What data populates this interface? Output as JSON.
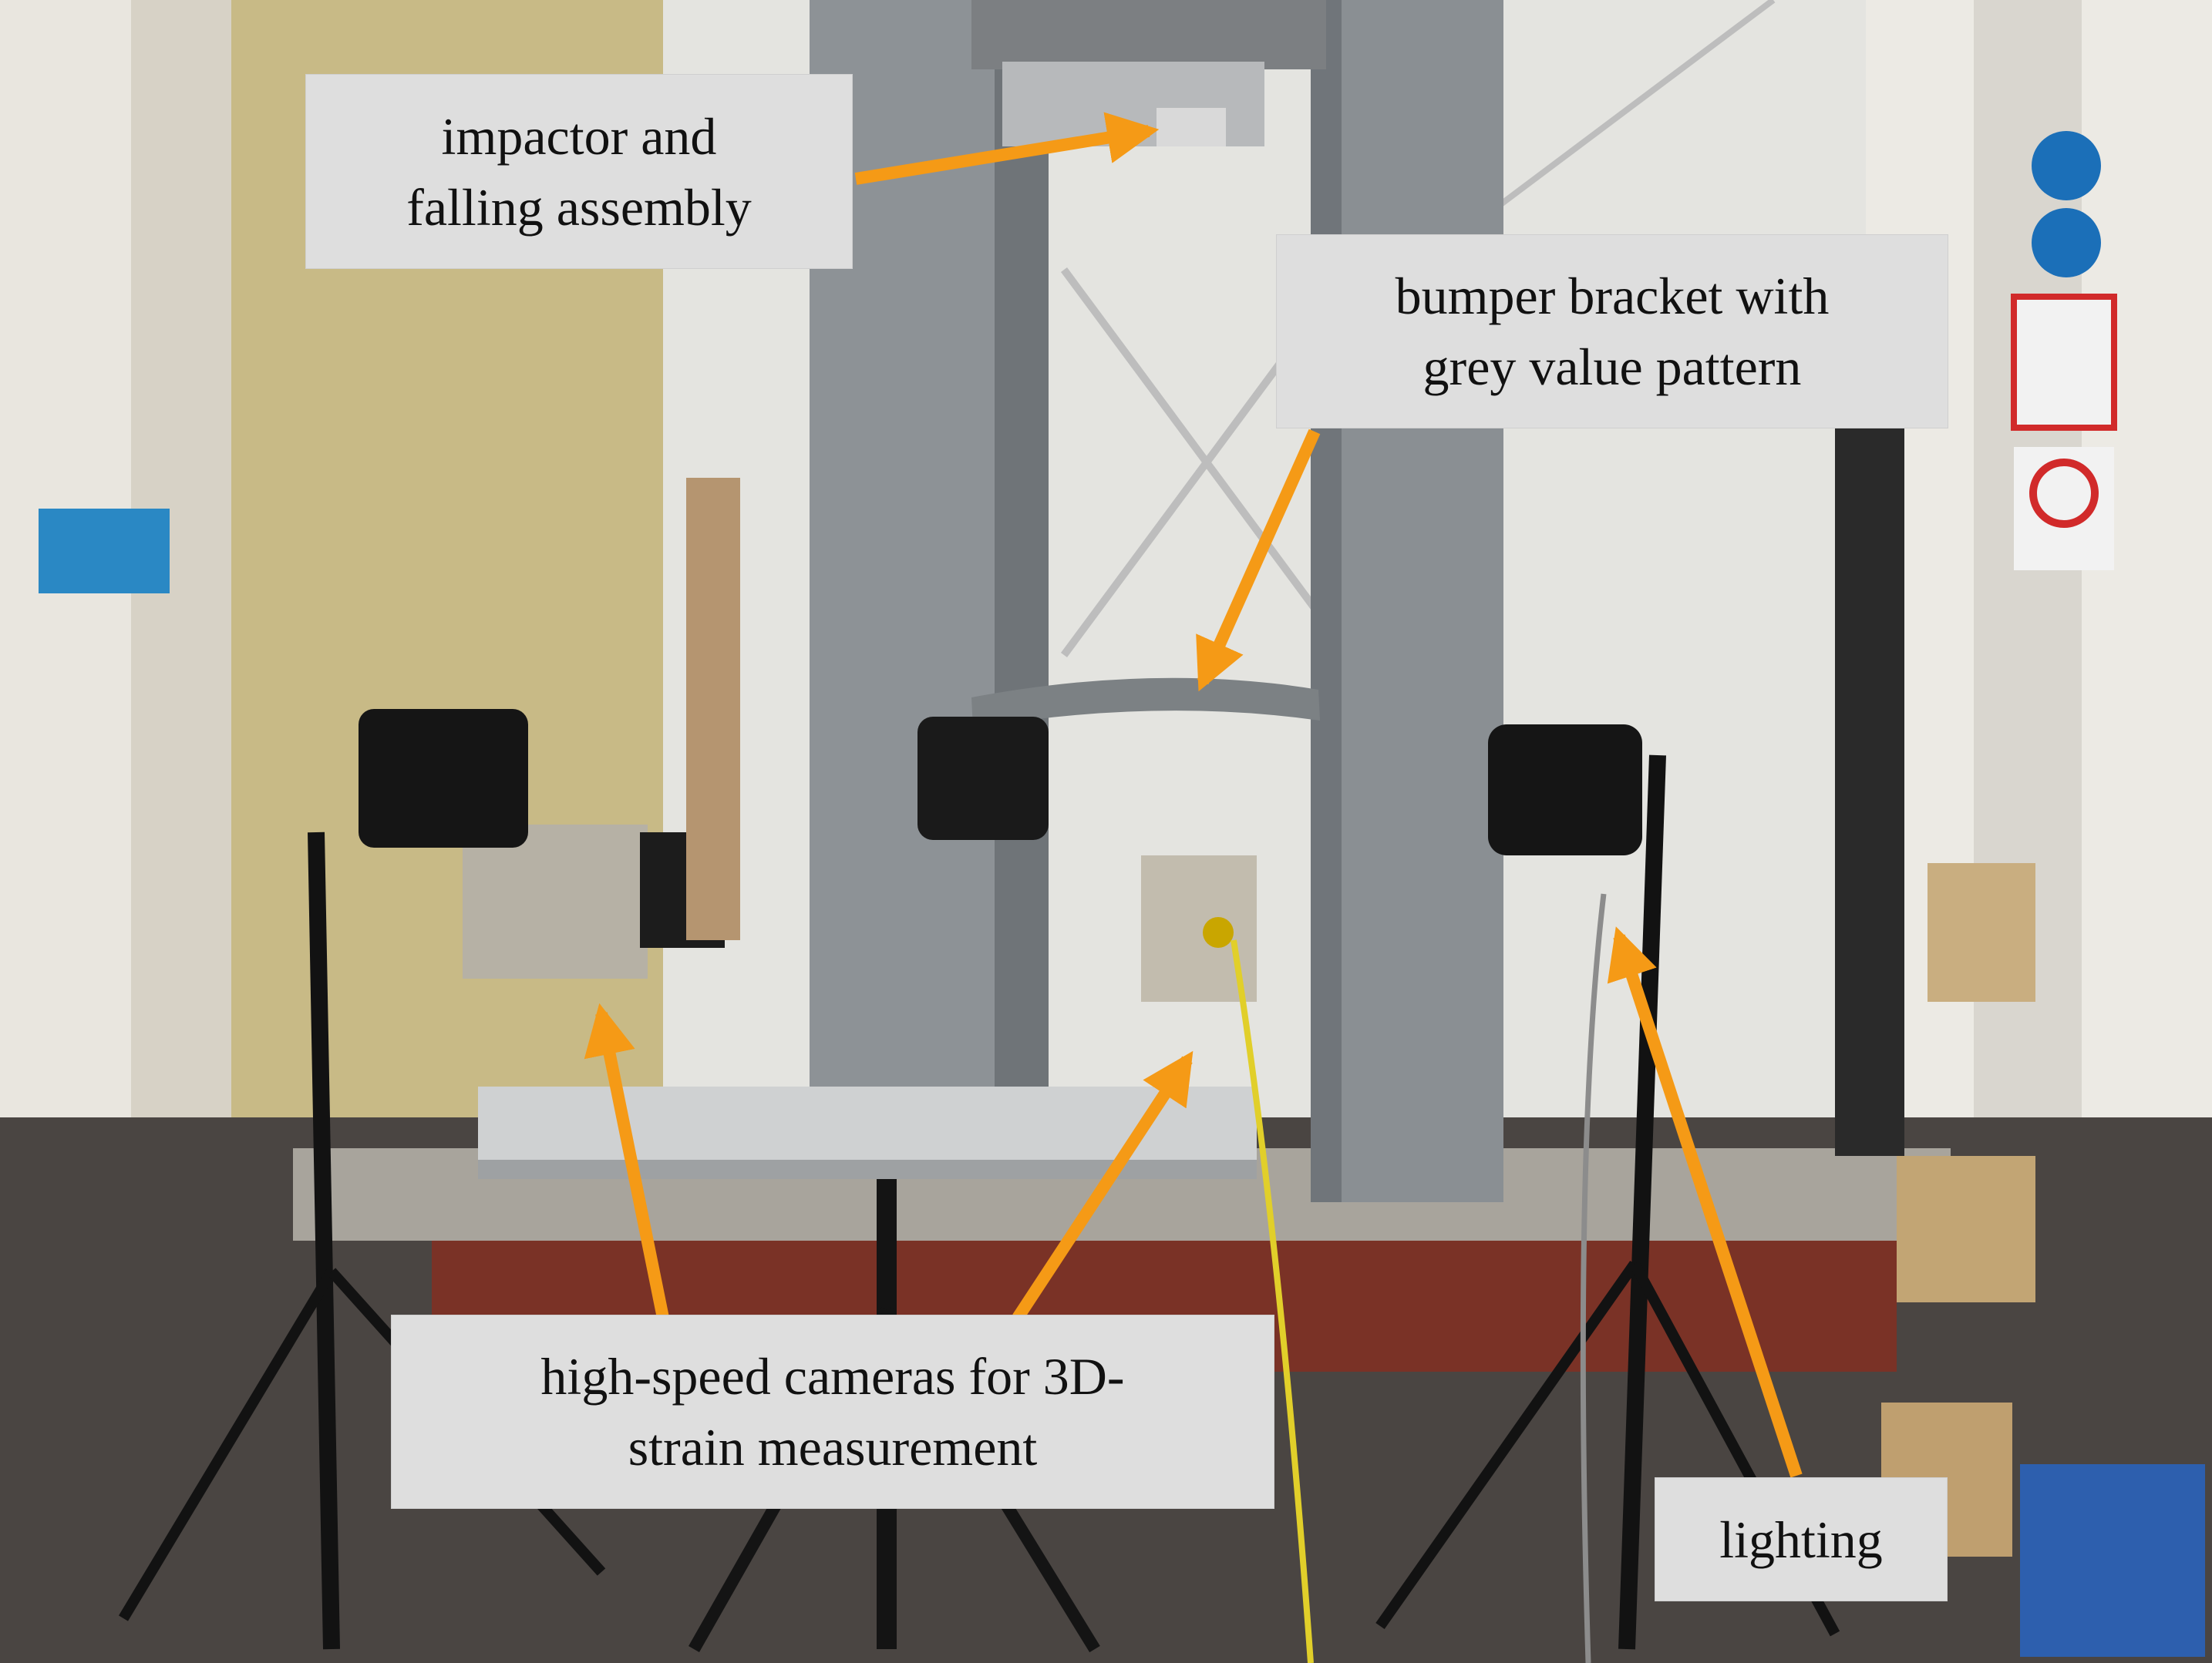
{
  "labels": {
    "impactor": {
      "line1": "impactor and",
      "line2": "falling assembly"
    },
    "bumper": {
      "line1": "bumper bracket with",
      "line2": "grey value pattern"
    },
    "cameras": {
      "line1": "high-speed cameras for 3D-",
      "line2": "strain measurement"
    },
    "lighting": {
      "line1": "lighting"
    }
  },
  "colors": {
    "arrow": "#f59a16",
    "label_background": "#dedede"
  }
}
